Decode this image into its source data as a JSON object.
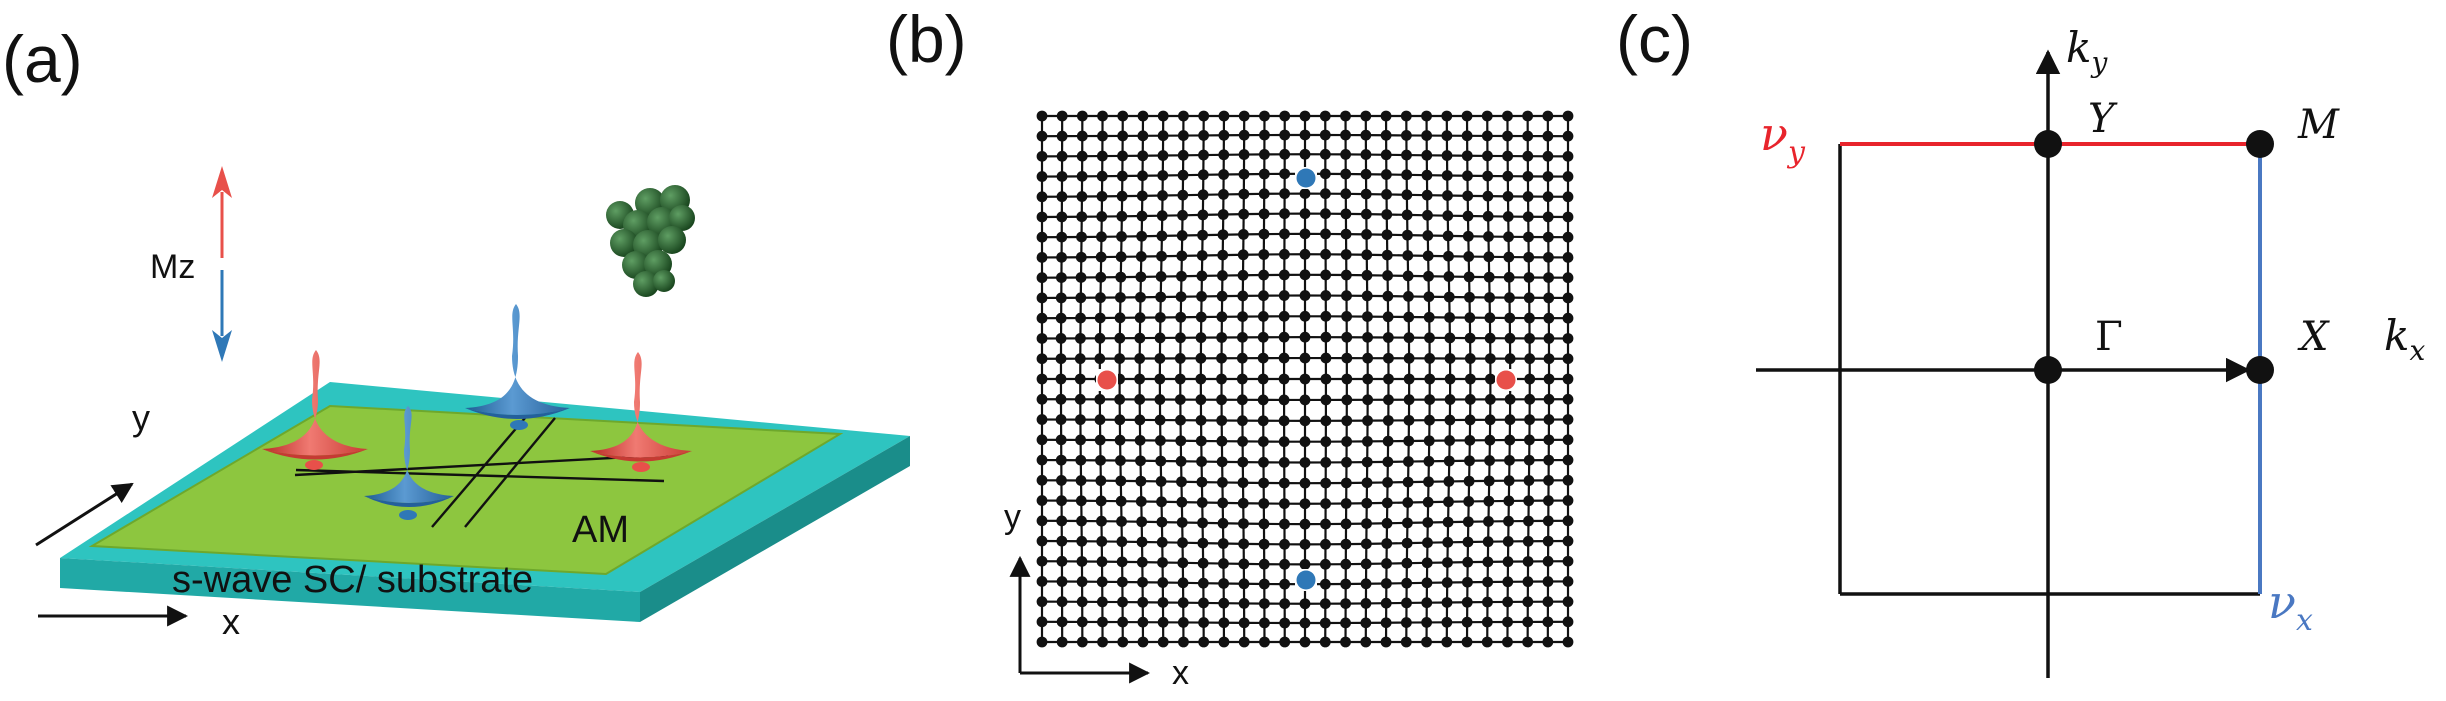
{
  "panels": {
    "a": {
      "label": "(a)",
      "mz_label": "Mz",
      "axis_x": "x",
      "axis_y": "y",
      "layer_top": "AM",
      "layer_bottom": "s-wave SC/ substrate",
      "colors": {
        "red": "#e8504a",
        "blue": "#2f78b7",
        "green_layer": "#8dc63f",
        "teal_substrate": "#2ec4c0",
        "cluster": "#2e6b34"
      }
    },
    "b": {
      "label": "(b)",
      "axis_x": "x",
      "axis_y": "y",
      "lattice_size": 27,
      "markers": [
        {
          "color": "blue",
          "position": "top"
        },
        {
          "color": "blue",
          "position": "bottom"
        },
        {
          "color": "red",
          "position": "left"
        },
        {
          "color": "red",
          "position": "right"
        }
      ]
    },
    "c": {
      "label": "(c)",
      "axis_x": "k_x",
      "axis_y": "k_y",
      "points": {
        "gamma": "Γ",
        "x": "X",
        "y": "Y",
        "m": "M"
      },
      "nu_x": "ν_x",
      "nu_y": "ν_y",
      "colors": {
        "nu_x": "#4a78c2",
        "nu_y": "#e8242c"
      }
    }
  }
}
